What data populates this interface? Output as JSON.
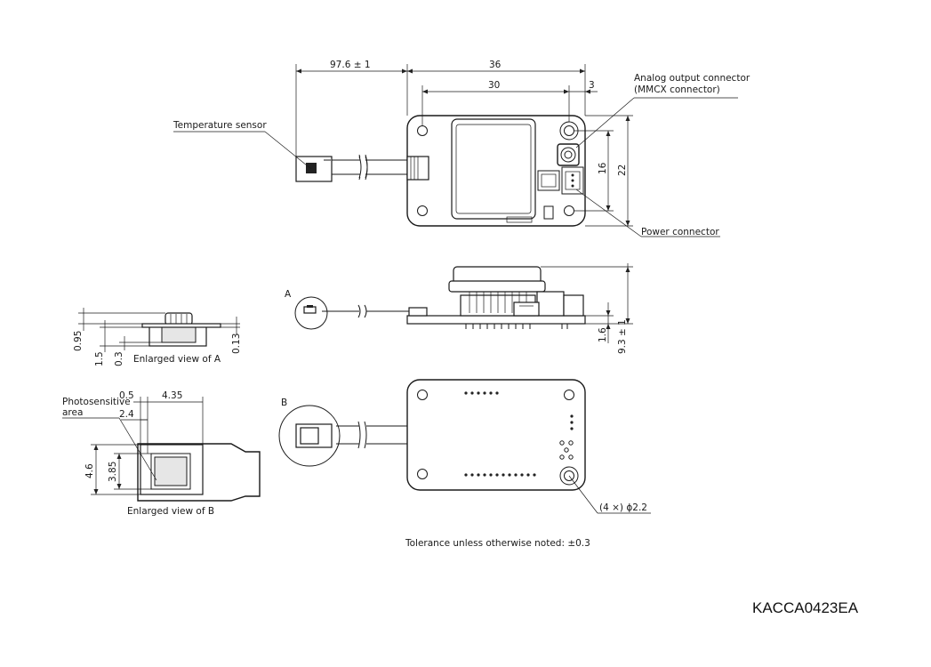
{
  "labels": {
    "temperature_sensor": "Temperature sensor",
    "analog_output_1": "Analog output connector",
    "analog_output_2": "(MMCX connector)",
    "power_connector": "Power connector",
    "view_a_marker": "A",
    "view_b_marker": "B",
    "enlarged_a": "Enlarged view of A",
    "enlarged_b": "Enlarged view of B",
    "photosensitive_1": "Photosensitive",
    "photosensitive_2": "area",
    "hole_note": "(4 ×) ϕ2.2",
    "tolerance": "Tolerance unless otherwise noted: ±0.3",
    "drawing_code": "KACCA0423EA"
  },
  "dimensions": {
    "cable_length": "97.6 ± 1",
    "board_width": "36",
    "hole_pitch_x": "30",
    "edge_offset": "3",
    "hole_pitch_y": "16",
    "board_height": "22",
    "board_thickness": "1.6",
    "total_height": "9.3 ± 1",
    "a_095": "0.95",
    "a_15": "1.5",
    "a_03": "0.3",
    "a_013": "0.13",
    "b_05": "0.5",
    "b_435": "4.35",
    "b_24": "2.4",
    "b_46": "4.6",
    "b_385": "3.85"
  }
}
